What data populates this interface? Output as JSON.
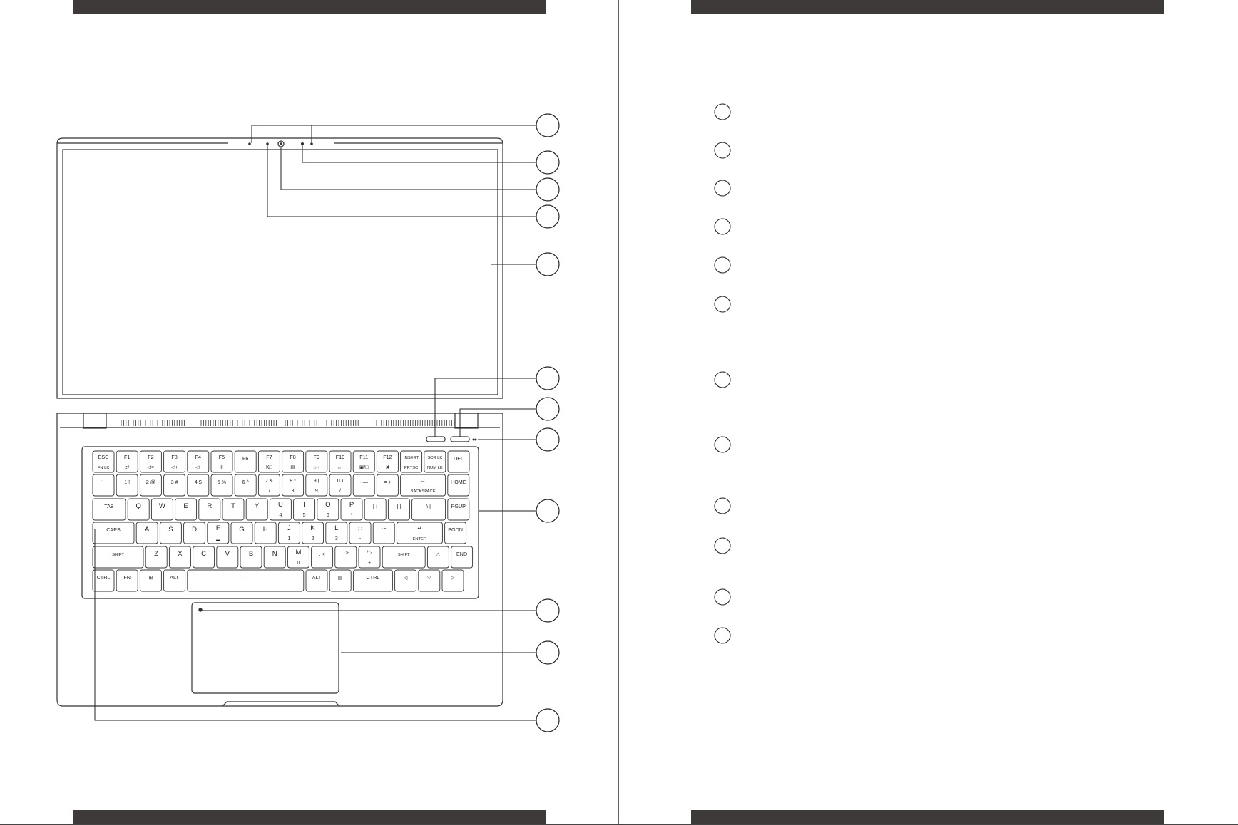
{
  "keyboard": {
    "rows": [
      {
        "keys": [
          {
            "top": "ESC",
            "bottom": "FN LK"
          },
          {
            "top": "F1",
            "bottom": "zᶻ"
          },
          {
            "top": "F2",
            "bottom": "◁×"
          },
          {
            "top": "F3",
            "bottom": "◁+"
          },
          {
            "top": "F4",
            "bottom": "◁-"
          },
          {
            "top": "F5",
            "bottom": "‡"
          },
          {
            "top": "F6",
            "bottom": ""
          },
          {
            "top": "F7",
            "bottom": "K□"
          },
          {
            "top": "F8",
            "bottom": "▤"
          },
          {
            "top": "F9",
            "bottom": "☼+"
          },
          {
            "top": "F10",
            "bottom": "☼-"
          },
          {
            "top": "F11",
            "bottom": "▣/□"
          },
          {
            "top": "F12",
            "bottom": "✘"
          },
          {
            "top": "INSERT",
            "bottom": "PRTSC"
          },
          {
            "top": "SCR LK",
            "bottom": "NUM LK"
          },
          {
            "top": "DEL",
            "bottom": ""
          }
        ]
      },
      {
        "keys": [
          {
            "top": "` ~",
            "bottom": ""
          },
          {
            "top": "1 !",
            "bottom": ""
          },
          {
            "top": "2 @",
            "bottom": ""
          },
          {
            "top": "3 #",
            "bottom": ""
          },
          {
            "top": "4 $",
            "bottom": ""
          },
          {
            "top": "5 %",
            "bottom": ""
          },
          {
            "top": "6 ^",
            "bottom": ""
          },
          {
            "top": "7 &",
            "bottom": "7"
          },
          {
            "top": "8 *",
            "bottom": "8"
          },
          {
            "top": "9 (",
            "bottom": "9"
          },
          {
            "top": "0 )",
            "bottom": "/"
          },
          {
            "top": "- —",
            "bottom": ""
          },
          {
            "top": "= +",
            "bottom": ""
          },
          {
            "top": "←",
            "bottom": "BACKSPACE"
          },
          {
            "top": "HOME",
            "bottom": ""
          }
        ]
      },
      {
        "keys": [
          {
            "top": "TAB",
            "bottom": ""
          },
          {
            "top": "Q",
            "bottom": ""
          },
          {
            "top": "W",
            "bottom": ""
          },
          {
            "top": "E",
            "bottom": ""
          },
          {
            "top": "R",
            "bottom": ""
          },
          {
            "top": "T",
            "bottom": ""
          },
          {
            "top": "Y",
            "bottom": ""
          },
          {
            "top": "U",
            "bottom": "4"
          },
          {
            "top": "I",
            "bottom": "5"
          },
          {
            "top": "O",
            "bottom": "6"
          },
          {
            "top": "P",
            "bottom": "*"
          },
          {
            "top": "[ {",
            "bottom": ""
          },
          {
            "top": "] }",
            "bottom": ""
          },
          {
            "top": "\\ |",
            "bottom": ""
          },
          {
            "top": "PGUP",
            "bottom": ""
          }
        ]
      },
      {
        "keys": [
          {
            "top": "CAPS",
            "bottom": ""
          },
          {
            "top": "A",
            "bottom": ""
          },
          {
            "top": "S",
            "bottom": ""
          },
          {
            "top": "D",
            "bottom": ""
          },
          {
            "top": "F",
            "bottom": "▂"
          },
          {
            "top": "G",
            "bottom": ""
          },
          {
            "top": "H",
            "bottom": ""
          },
          {
            "top": "J",
            "bottom": "1"
          },
          {
            "top": "K",
            "bottom": "2"
          },
          {
            "top": "L",
            "bottom": "3"
          },
          {
            "top": "; :",
            "bottom": "-"
          },
          {
            "top": "' \"",
            "bottom": ""
          },
          {
            "top": "↵",
            "bottom": "ENTER"
          },
          {
            "top": "PGDN",
            "bottom": ""
          }
        ]
      },
      {
        "keys": [
          {
            "top": "SHIFT",
            "bottom": ""
          },
          {
            "top": "Z",
            "bottom": ""
          },
          {
            "top": "X",
            "bottom": ""
          },
          {
            "top": "C",
            "bottom": ""
          },
          {
            "top": "V",
            "bottom": ""
          },
          {
            "top": "B",
            "bottom": ""
          },
          {
            "top": "N",
            "bottom": ""
          },
          {
            "top": "M",
            "bottom": "0"
          },
          {
            "top": ", <",
            "bottom": ""
          },
          {
            "top": ". >",
            "bottom": "."
          },
          {
            "top": "/ ?",
            "bottom": "+"
          },
          {
            "top": "SHIFT",
            "bottom": ""
          },
          {
            "top": "△",
            "bottom": ""
          },
          {
            "top": "END",
            "bottom": ""
          }
        ]
      },
      {
        "keys": [
          {
            "top": "CTRL",
            "bottom": ""
          },
          {
            "top": "FN",
            "bottom": ""
          },
          {
            "top": "⊞",
            "bottom": ""
          },
          {
            "top": "ALT",
            "bottom": ""
          },
          {
            "top": "—",
            "bottom": ""
          },
          {
            "top": "ALT",
            "bottom": ""
          },
          {
            "top": "▤",
            "bottom": ""
          },
          {
            "top": "CTRL",
            "bottom": ""
          },
          {
            "top": "◁",
            "bottom": ""
          },
          {
            "top": "▽",
            "bottom": ""
          },
          {
            "top": "▷",
            "bottom": ""
          }
        ]
      }
    ]
  },
  "colors": {
    "header_bar": "#3d3a39",
    "fold_line": "#b73a5a",
    "line_art": "#333333"
  }
}
